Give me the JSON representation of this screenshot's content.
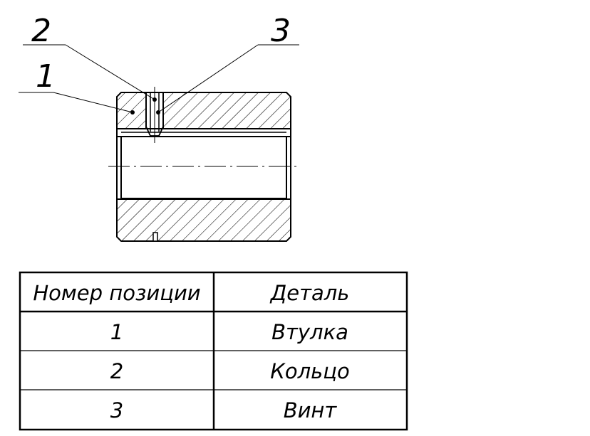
{
  "leaders": [
    {
      "label": "2"
    },
    {
      "label": "1"
    },
    {
      "label": "3"
    }
  ],
  "table": {
    "headers": [
      "Номер позиции",
      "Деталь"
    ],
    "rows": [
      [
        "1",
        "Втулка"
      ],
      [
        "2",
        "Кольцо"
      ],
      [
        "3",
        "Винт"
      ]
    ]
  }
}
